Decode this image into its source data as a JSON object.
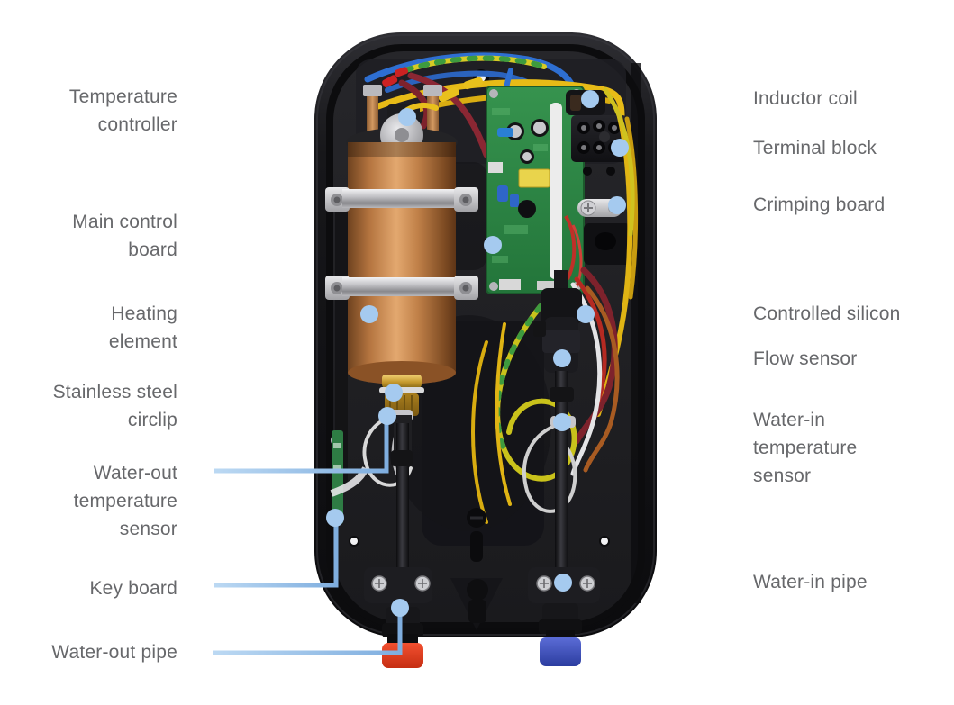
{
  "diagram": {
    "subject": "electric water heater internal components",
    "colors": {
      "background": "#ffffff",
      "label_text": "#67686b",
      "leader_line_light": "#bcd9f3",
      "leader_line_dark": "#7faedf",
      "leader_dot": "#a5caef",
      "case": "#121214",
      "copper_cylinder": "#c98850",
      "pcb_green": "#2e8044",
      "water_out_fitting_red": "#e23a1c",
      "water_in_fitting_blue": "#3a50b8"
    },
    "left_labels": [
      {
        "id": "temperature-controller",
        "text": "Temperature\ncontroller"
      },
      {
        "id": "main-control-board",
        "text": "Main control\nboard"
      },
      {
        "id": "heating-element",
        "text": "Heating\nelement"
      },
      {
        "id": "stainless-steel-circlip",
        "text": "Stainless steel\ncirclip"
      },
      {
        "id": "water-out-temperature-sensor",
        "text": "Water-out\ntemperature\nsensor"
      },
      {
        "id": "key-board",
        "text": "Key board"
      },
      {
        "id": "water-out-pipe",
        "text": "Water-out pipe"
      }
    ],
    "right_labels": [
      {
        "id": "inductor-coil",
        "text": "Inductor coil"
      },
      {
        "id": "terminal-block",
        "text": "Terminal block"
      },
      {
        "id": "crimping-board",
        "text": "Crimping board"
      },
      {
        "id": "controlled-silicon",
        "text": "Controlled silicon"
      },
      {
        "id": "flow-sensor",
        "text": "Flow sensor"
      },
      {
        "id": "water-in-temperature-sensor",
        "text": "Water-in\ntemperature\nsensor"
      },
      {
        "id": "water-in-pipe",
        "text": "Water-in pipe"
      }
    ]
  }
}
